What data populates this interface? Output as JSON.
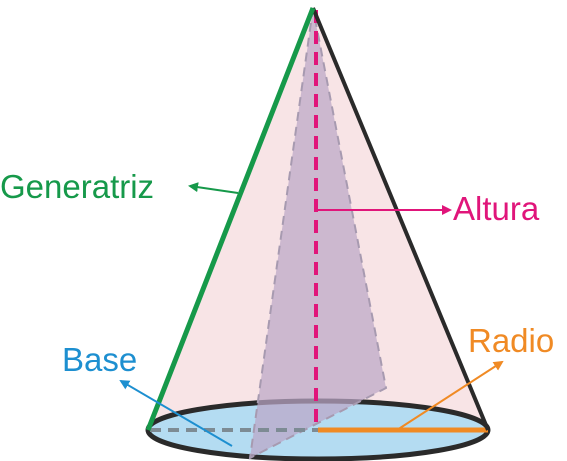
{
  "labels": {
    "generatriz": "Generatriz",
    "altura": "Altura",
    "radio": "Radio",
    "base": "Base"
  },
  "colors": {
    "generatriz": "#16994a",
    "altura": "#e0157a",
    "radio": "#f08a24",
    "base": "#1d8fd0",
    "cone_fill": "#f8e4e6",
    "inner_triangle": "#c8b6cf",
    "base_fill": "#b4dcf2",
    "outline": "#2a2a2a"
  }
}
